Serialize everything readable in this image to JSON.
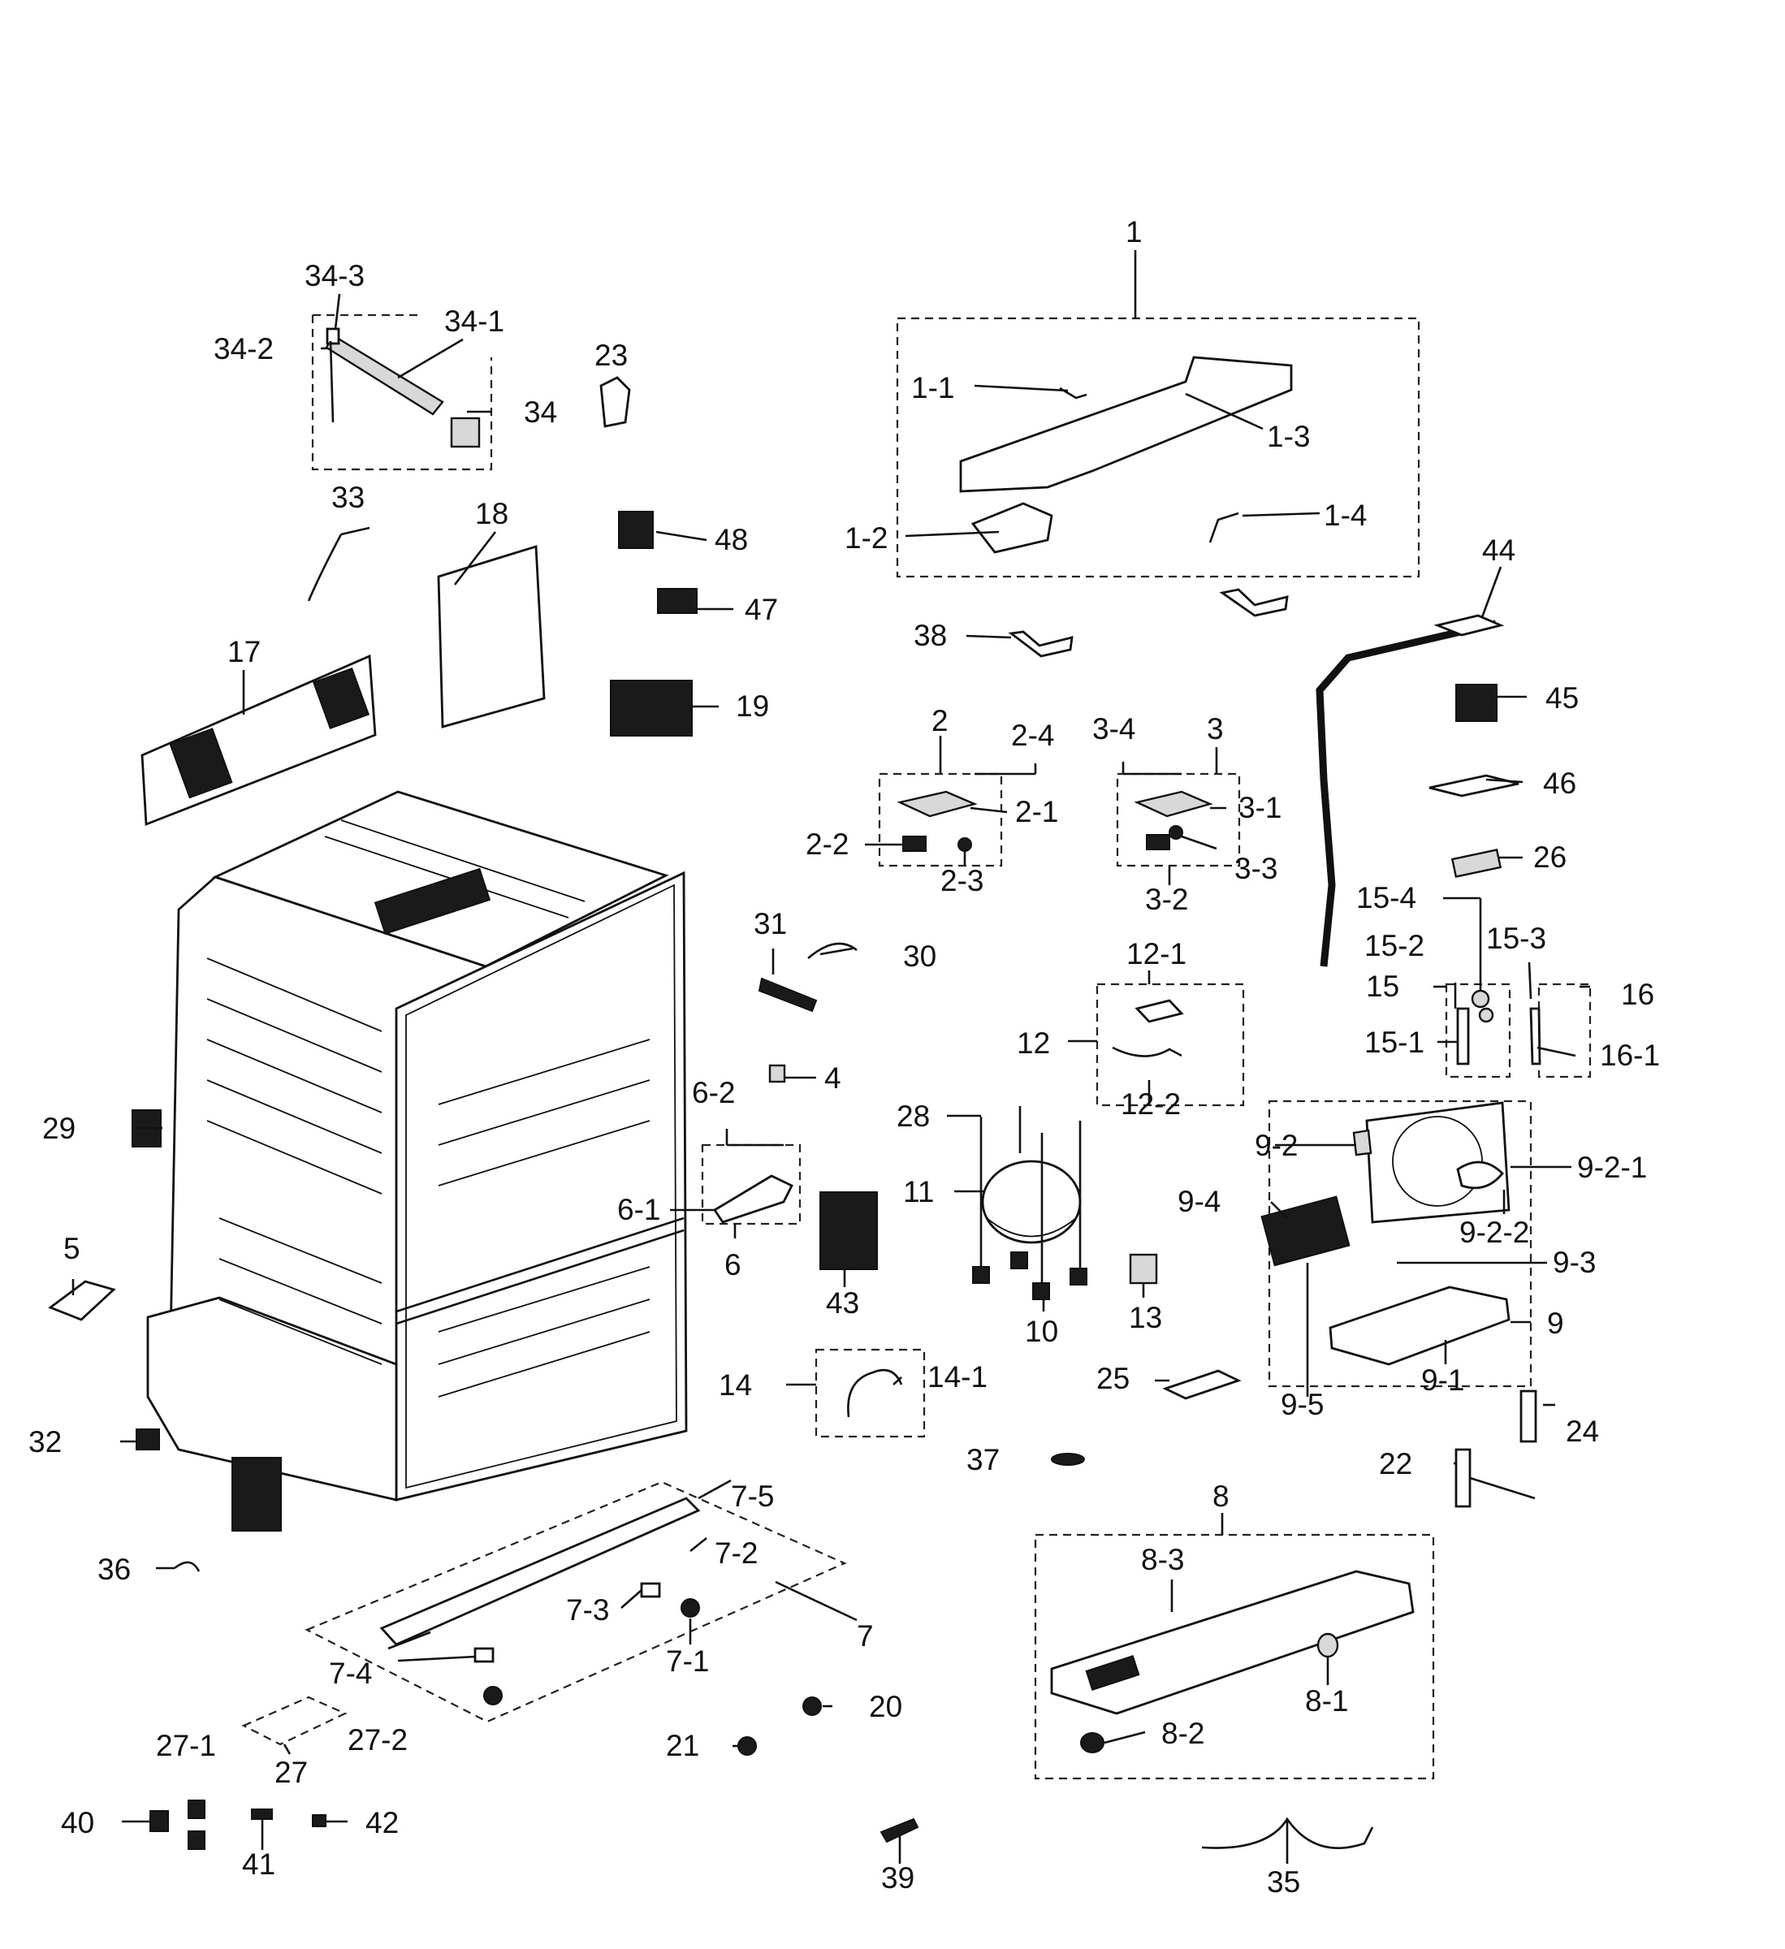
{
  "diagram": {
    "labels": [
      "1",
      "1-1",
      "1-2",
      "1-3",
      "1-4",
      "2",
      "2-1",
      "2-2",
      "2-3",
      "2-4",
      "3",
      "3-1",
      "3-2",
      "3-3",
      "3-4",
      "4",
      "5",
      "6",
      "6-1",
      "6-2",
      "7",
      "7-1",
      "7-2",
      "7-3",
      "7-4",
      "7-5",
      "8",
      "8-1",
      "8-2",
      "8-3",
      "9",
      "9-1",
      "9-2",
      "9-2-1",
      "9-2-2",
      "9-3",
      "9-4",
      "9-5",
      "10",
      "11",
      "12",
      "12-1",
      "12-2",
      "13",
      "14",
      "14-1",
      "15",
      "15-1",
      "15-2",
      "15-3",
      "15-4",
      "16",
      "16-1",
      "17",
      "18",
      "19",
      "20",
      "21",
      "22",
      "23",
      "24",
      "25",
      "26",
      "27",
      "27-1",
      "27-2",
      "28",
      "29",
      "30",
      "31",
      "32",
      "33",
      "34",
      "34-1",
      "34-2",
      "34-3",
      "35",
      "36",
      "37",
      "38",
      "39",
      "40",
      "41",
      "42",
      "43",
      "44",
      "45",
      "46",
      "47",
      "48"
    ]
  }
}
